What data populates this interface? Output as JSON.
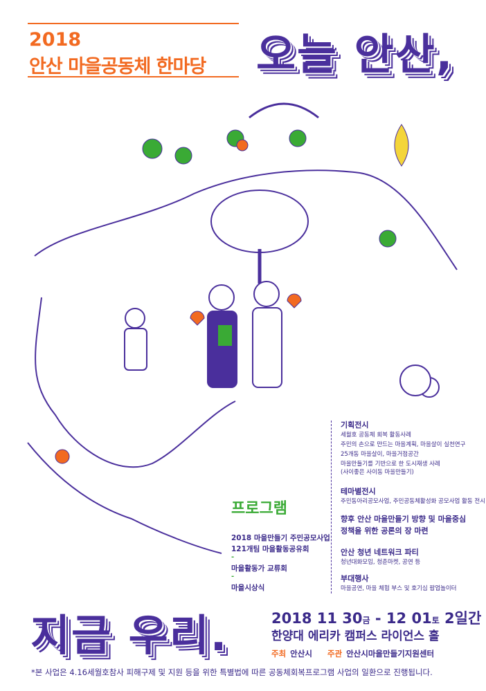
{
  "header": {
    "year": "2018",
    "event": "안산 마을공동체 한마당",
    "headline": "오늘 안산,"
  },
  "slogan": "지금 우리.",
  "program": {
    "title": "프로그램",
    "items": [
      "2018 마을만들기 주민공모사업",
      "121개팀 마을활동공유회",
      "-",
      "마을활동가 교류회",
      "-",
      "마을시상식"
    ]
  },
  "exhibits": [
    {
      "title": "기획전시",
      "lines": [
        "세월호 공동체 회복 활동사례",
        "주민의 손으로 만드는 마을계획, 마을살이 실천연구",
        "25개동 마을살이, 마을거점공간",
        "마을만들기를 기반으로 한 도시재생 사례",
        "(사이좋은 사이동 마을만들기)"
      ]
    },
    {
      "title": "테마별전시",
      "lines": [
        "주민동아리공모사업, 주민공동체활성화 공모사업 활동 전시"
      ]
    },
    {
      "title": "향후 안산 마을만들기 방향 및 마을중심정책을 위한 공론의 장 마련",
      "lines": []
    },
    {
      "title": "안산 청년 네트워크 파티",
      "lines": [
        "청년대화모임, 청춘마켓, 공연 등"
      ]
    },
    {
      "title": "부대행사",
      "lines": [
        "마을공연, 마을 체험 부스 및 호기심 팝업놀이터"
      ]
    }
  ],
  "info": {
    "date_main1": "2018 11 30",
    "day1": "금",
    "date_sep": " - 12 01",
    "day2": "토",
    "duration": " 2일간",
    "venue": "한양대 에리카 캠퍼스 라이언스 홀",
    "host_label": "주최",
    "host": "안산시",
    "organizer_label": "주관",
    "organizer": "안산시마을만들기지원센터"
  },
  "footnote": "*본 사업은 4.16세월호참사 피해구제 및 지원 등을 위한 특별법에 따른 공동체회복프로그램 사업의 일환으로 진행됩니다.",
  "colors": {
    "purple": "#4a2f9c",
    "orange": "#f26a21",
    "green": "#3aaa35"
  }
}
